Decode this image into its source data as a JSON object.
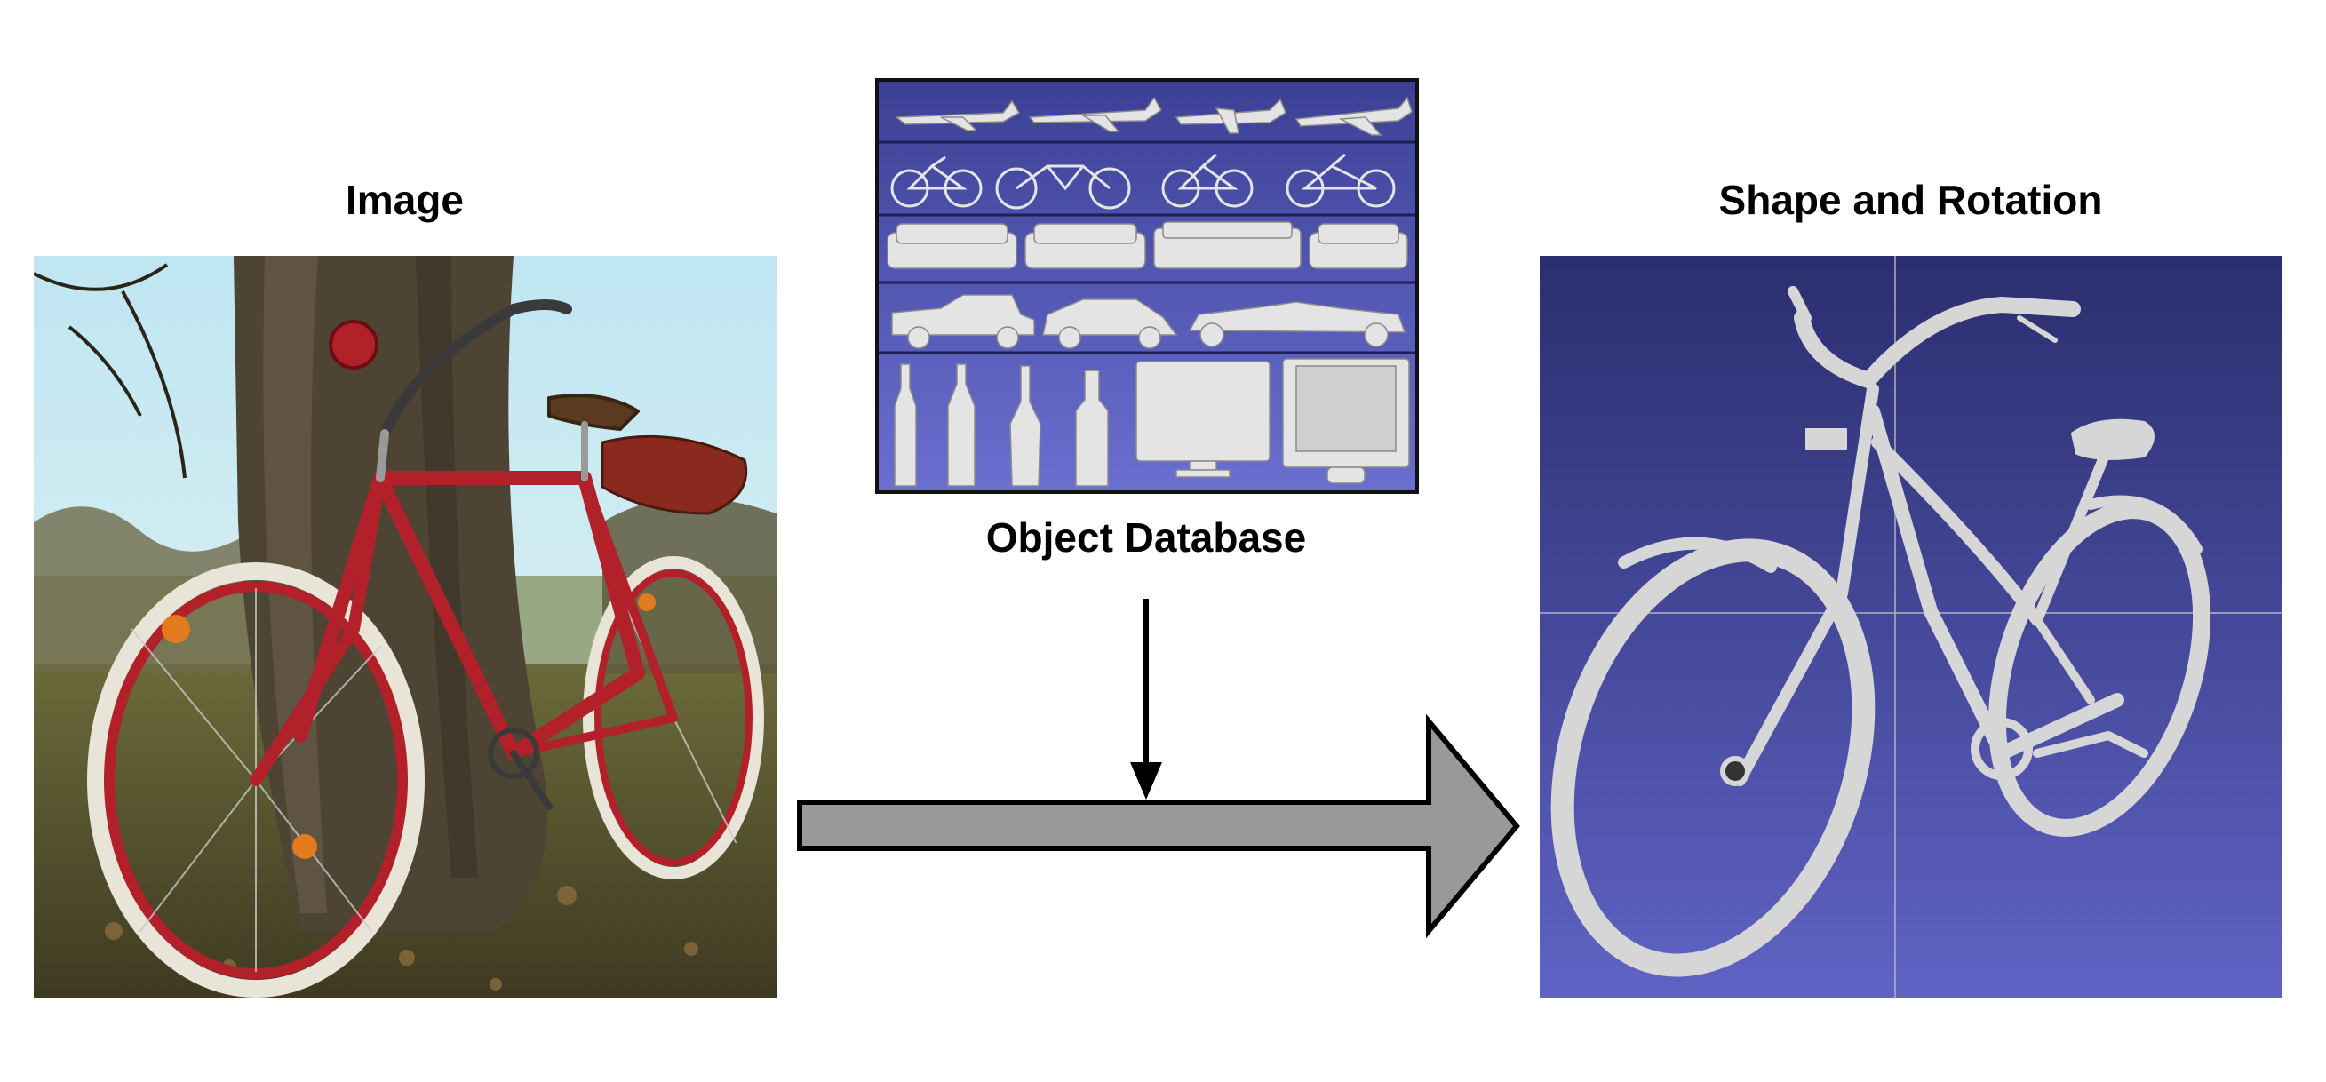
{
  "labels": {
    "image": "Image",
    "object_database": "Object Database",
    "shape_and_rotation": "Shape and Rotation"
  },
  "colors": {
    "main_arrow_fill": "#999999",
    "arrow_stroke": "#000000",
    "render_bg_top": "#2b2e6e",
    "render_bg_bottom": "#5f63c4",
    "model_gray": "#d6d6d6",
    "bike_red": "#b2202a"
  },
  "database_rows": [
    {
      "category": "airplanes",
      "count": 4
    },
    {
      "category": "bicycles",
      "count": 4
    },
    {
      "category": "sofas",
      "count": 4
    },
    {
      "category": "cars",
      "count": 3
    },
    {
      "category": "bottles-and-monitors",
      "count": 6
    }
  ]
}
